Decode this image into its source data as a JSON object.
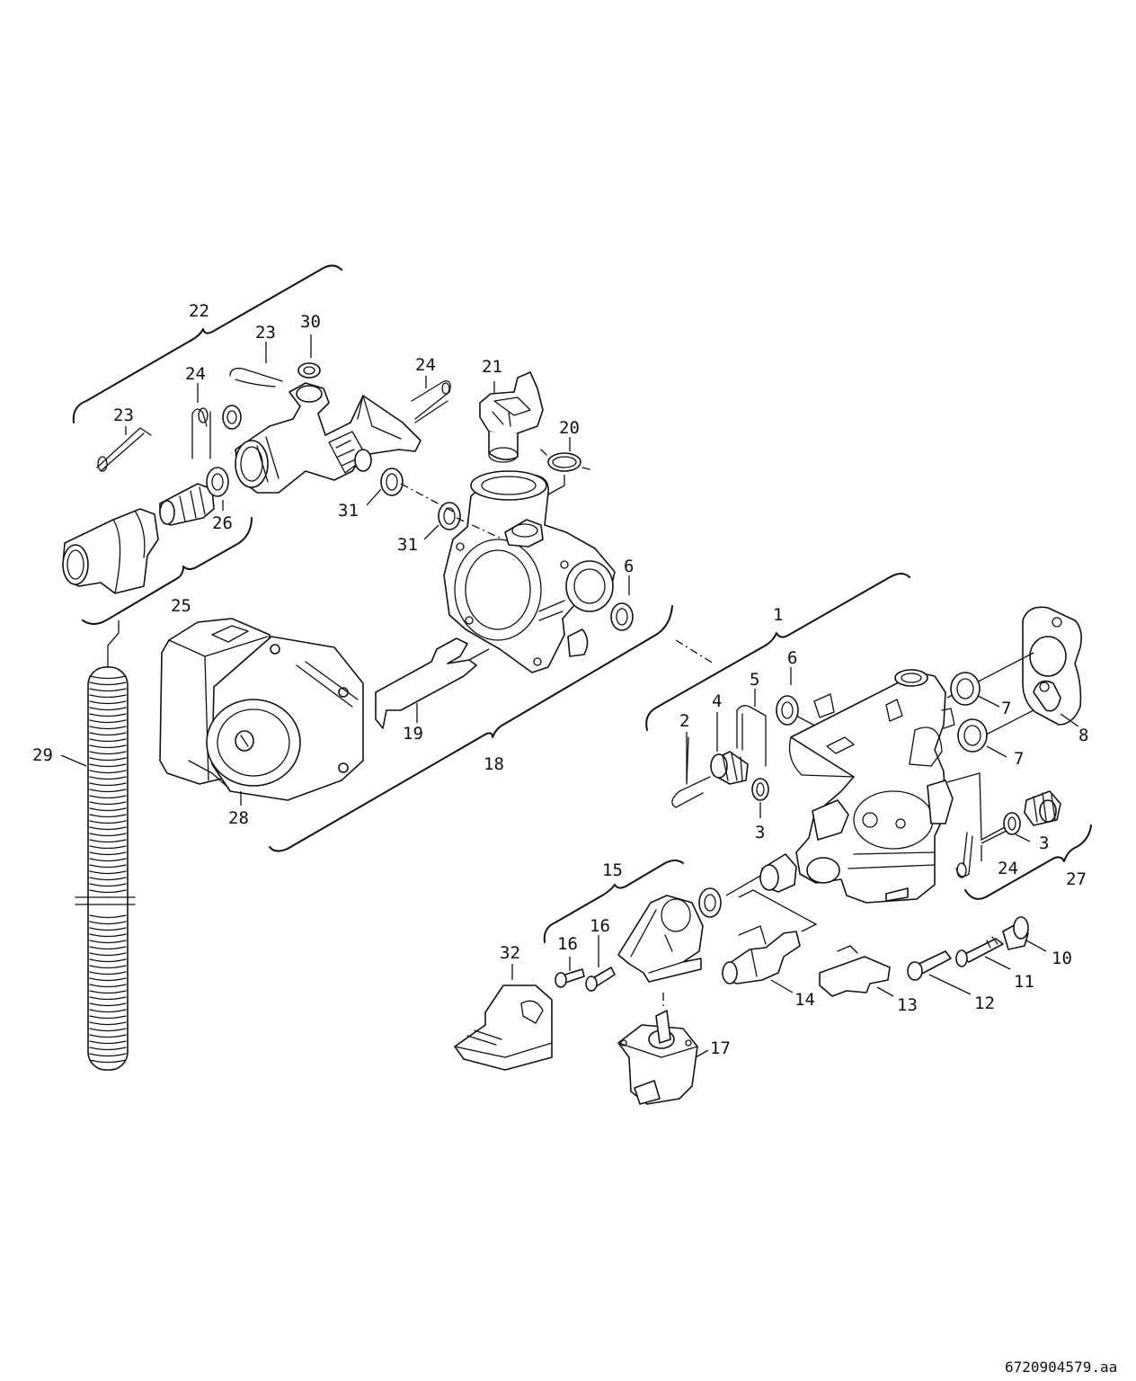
{
  "document_id": "6720904579.aa",
  "callouts": [
    {
      "key": "c22",
      "label": "22"
    },
    {
      "key": "c30",
      "label": "30"
    },
    {
      "key": "c23a",
      "label": "23"
    },
    {
      "key": "c24a",
      "label": "24"
    },
    {
      "key": "c23b",
      "label": "23"
    },
    {
      "key": "c24b",
      "label": "24"
    },
    {
      "key": "c21",
      "label": "21"
    },
    {
      "key": "c20",
      "label": "20"
    },
    {
      "key": "c26",
      "label": "26"
    },
    {
      "key": "c31a",
      "label": "31"
    },
    {
      "key": "c31b",
      "label": "31"
    },
    {
      "key": "c25",
      "label": "25"
    },
    {
      "key": "c6a",
      "label": "6"
    },
    {
      "key": "c1",
      "label": "1"
    },
    {
      "key": "c6b",
      "label": "6"
    },
    {
      "key": "c5",
      "label": "5"
    },
    {
      "key": "c4",
      "label": "4"
    },
    {
      "key": "c2",
      "label": "2"
    },
    {
      "key": "c7a",
      "label": "7"
    },
    {
      "key": "c8",
      "label": "8"
    },
    {
      "key": "c7b",
      "label": "7"
    },
    {
      "key": "c3a",
      "label": "3"
    },
    {
      "key": "c3b",
      "label": "3"
    },
    {
      "key": "c24c",
      "label": "24"
    },
    {
      "key": "c27",
      "label": "27"
    },
    {
      "key": "c29",
      "label": "29"
    },
    {
      "key": "c19",
      "label": "19"
    },
    {
      "key": "c18",
      "label": "18"
    },
    {
      "key": "c28",
      "label": "28"
    },
    {
      "key": "c15",
      "label": "15"
    },
    {
      "key": "c16a",
      "label": "16"
    },
    {
      "key": "c16b",
      "label": "16"
    },
    {
      "key": "c32",
      "label": "32"
    },
    {
      "key": "c14",
      "label": "14"
    },
    {
      "key": "c13",
      "label": "13"
    },
    {
      "key": "c12",
      "label": "12"
    },
    {
      "key": "c11",
      "label": "11"
    },
    {
      "key": "c10",
      "label": "10"
    },
    {
      "key": "c17",
      "label": "17"
    }
  ]
}
